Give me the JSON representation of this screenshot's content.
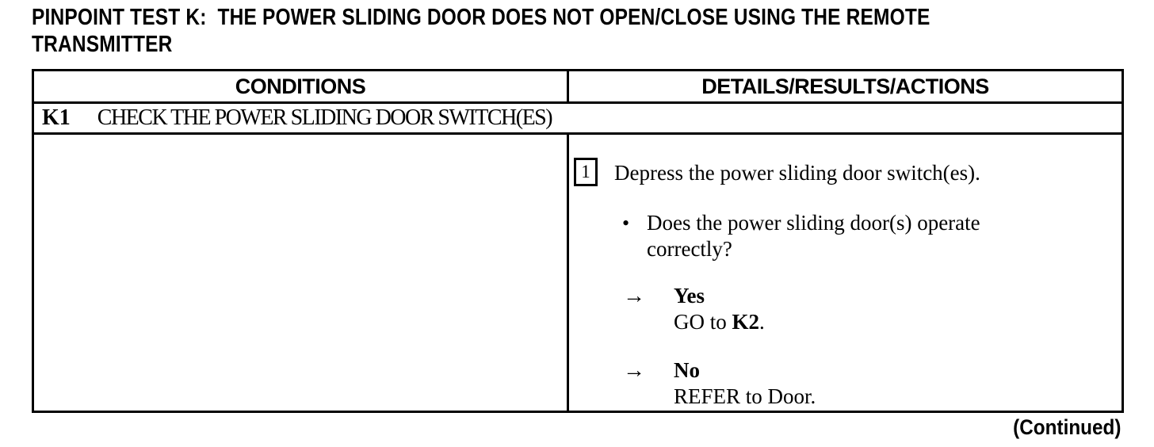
{
  "document": {
    "title_line1": "PINPOINT TEST K:  THE POWER SLIDING DOOR DOES NOT OPEN/CLOSE USING THE REMOTE",
    "title_line2": "TRANSMITTER",
    "continued_note": "(Continued)"
  },
  "table": {
    "header": {
      "conditions": "CONDITIONS",
      "details": "DETAILS/RESULTS/ACTIONS"
    },
    "test_step": {
      "id": "K1",
      "title": "CHECK THE POWER SLIDING DOOR SWITCH(ES)"
    },
    "details": {
      "step": {
        "number": "1",
        "instruction": "Depress the power sliding door switch(es)."
      },
      "question": {
        "bullet_glyph": "•",
        "text": "Does the power sliding door(s) operate correctly?"
      },
      "results": [
        {
          "arrow_glyph": "→",
          "answer": "Yes",
          "action_prefix": "GO to ",
          "action_bold": "K2",
          "action_suffix": "."
        },
        {
          "arrow_glyph": "→",
          "answer": "No",
          "action_prefix": "REFER to Door.",
          "action_bold": "",
          "action_suffix": ""
        }
      ]
    }
  },
  "colors": {
    "ink": "#000000",
    "paper": "#ffffff"
  }
}
